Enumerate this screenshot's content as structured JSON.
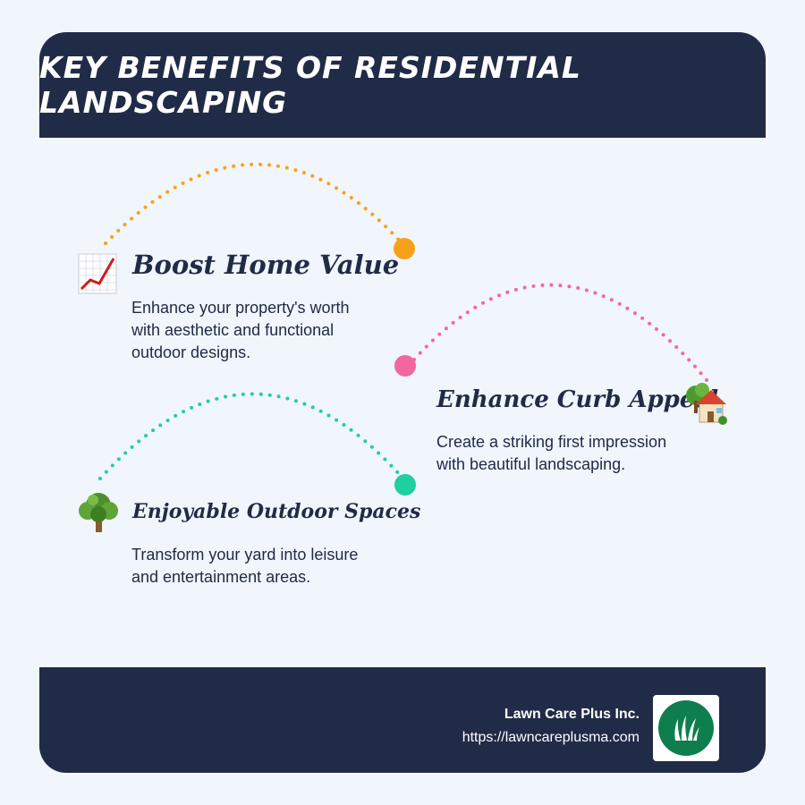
{
  "header": {
    "title": "KEY BENEFITS OF RESIDENTIAL LANDSCAPING"
  },
  "benefits": [
    {
      "title": "Boost Home Value",
      "description": "Enhance your property's worth with aesthetic and functional outdoor designs.",
      "icon": "chart-increasing",
      "color": "#f7a11a"
    },
    {
      "title": "Enhance Curb Appeal",
      "description": "Create a striking first impression with beautiful landscaping.",
      "icon": "house-with-garden",
      "color": "#f3679f"
    },
    {
      "title": "Enjoyable Outdoor Spaces",
      "description": "Transform your yard into leisure and entertainment areas.",
      "icon": "deciduous-tree",
      "color": "#1fcf9f"
    }
  ],
  "footer": {
    "company": "Lawn Care Plus Inc.",
    "url": "https://lawncareplusma.com",
    "logo_color": "#0f7e4e"
  },
  "colors": {
    "navy": "#202b47",
    "background": "#f1f5fc"
  }
}
